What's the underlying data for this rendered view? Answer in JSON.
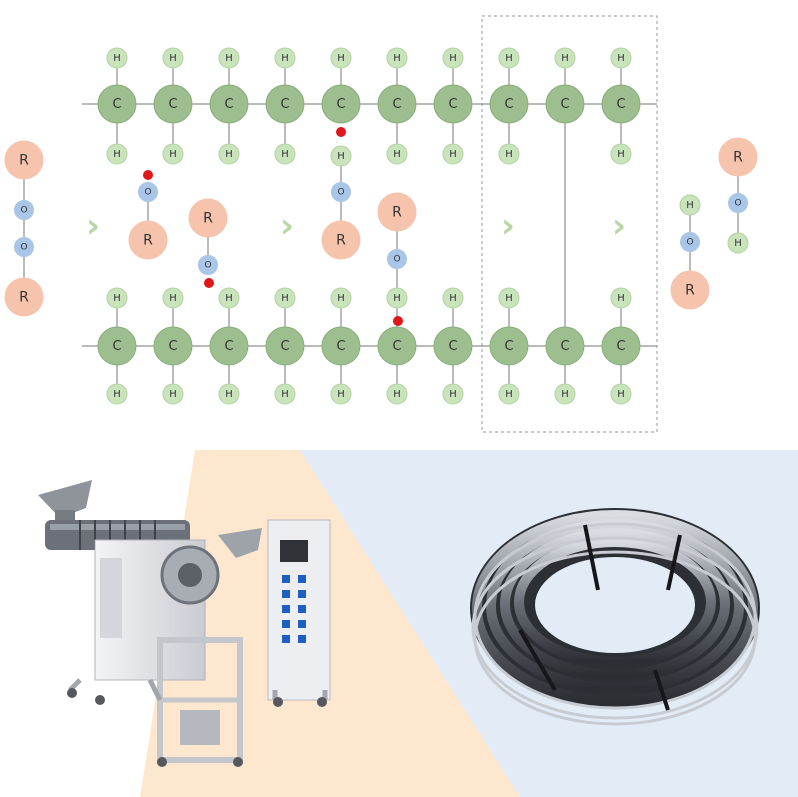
{
  "diagram": {
    "colors": {
      "carbon": "#9dbf8f",
      "carbon_stroke": "#86ad78",
      "hydrogen": "#c9e3bd",
      "hydrogen_stroke": "#aed29e",
      "radical_group": "#f6c3ad",
      "oxygen": "#a9c6e8",
      "radical_dot": "#e0161b",
      "bond": "#777777",
      "arrow": "#b7d7a6",
      "dashed_box": "#9a9a9a"
    },
    "labels": {
      "carbon": "C",
      "hydrogen": "H",
      "oxygen": "O",
      "radical": "R"
    },
    "arrow_glyph": "›",
    "chain_length": 10,
    "crosslink_note": "",
    "top_chain": {
      "carbons": 10
    },
    "bottom_chain": {
      "carbons": 10
    }
  },
  "photos": {
    "extruder_machine": "extruder-machine-photo",
    "cable_coil": "cable-coil-photo",
    "colors": {
      "left_backdrop": "#fde7cf",
      "right_backdrop": "#e3ecf6",
      "cable_dark": "#3a3d42",
      "cable_light": "#c8ccd2",
      "machine_body": "#e8e9ec",
      "machine_shadow": "#b9bcc2",
      "panel_blue": "#1d5fbf"
    }
  }
}
